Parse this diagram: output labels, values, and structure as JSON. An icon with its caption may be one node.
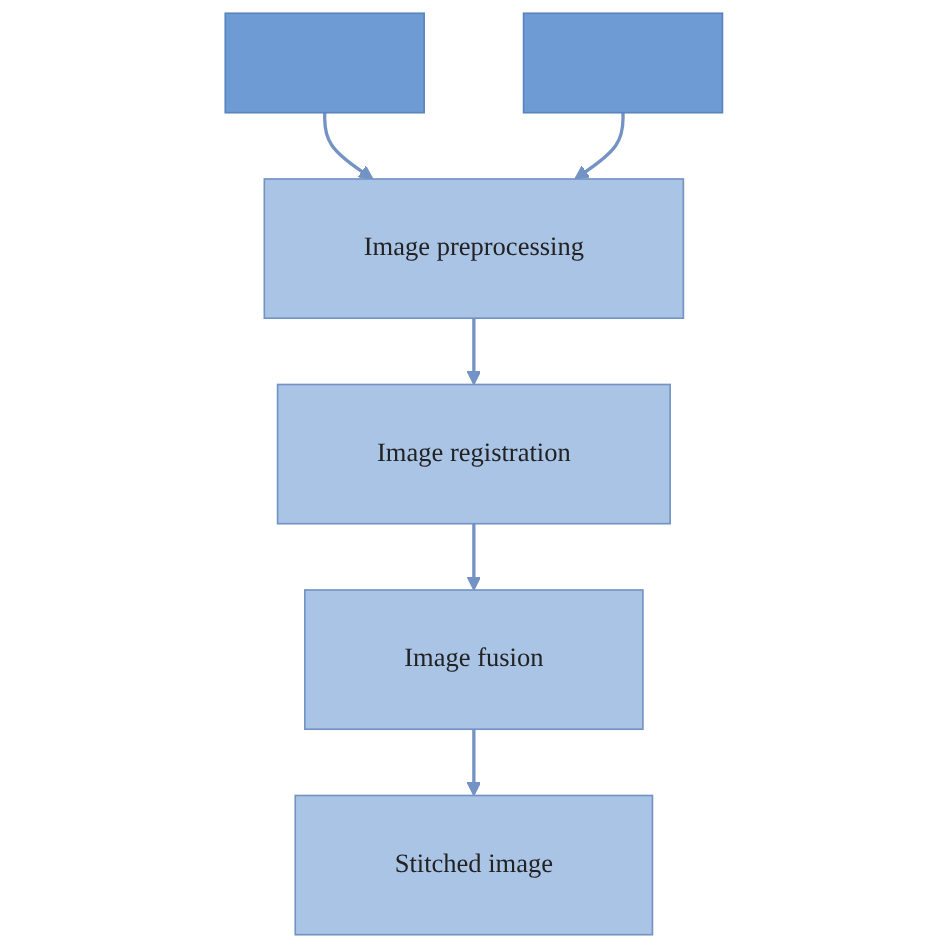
{
  "diagram": {
    "nodes": [
      {
        "text": [],
        "shape": "box"
      },
      {
        "text": [],
        "shape": "box"
      },
      {
        "text": [
          "Image preprocessing"
        ]
      },
      {
        "text": [
          "Image registration"
        ]
      },
      {
        "text": [
          "Image fusion"
        ]
      },
      {
        "text": [
          "Stitched image"
        ]
      }
    ],
    "edges": [
      {
        "from": 0,
        "to": 2,
        "arrow": "to"
      },
      {
        "from": 1,
        "to": 2,
        "arrow": "to"
      },
      {
        "from": 2,
        "to": 3,
        "arrow": "to"
      },
      {
        "from": 3,
        "to": 4,
        "arrow": "to"
      },
      {
        "from": 4,
        "to": 5,
        "arrow": "to"
      }
    ]
  }
}
